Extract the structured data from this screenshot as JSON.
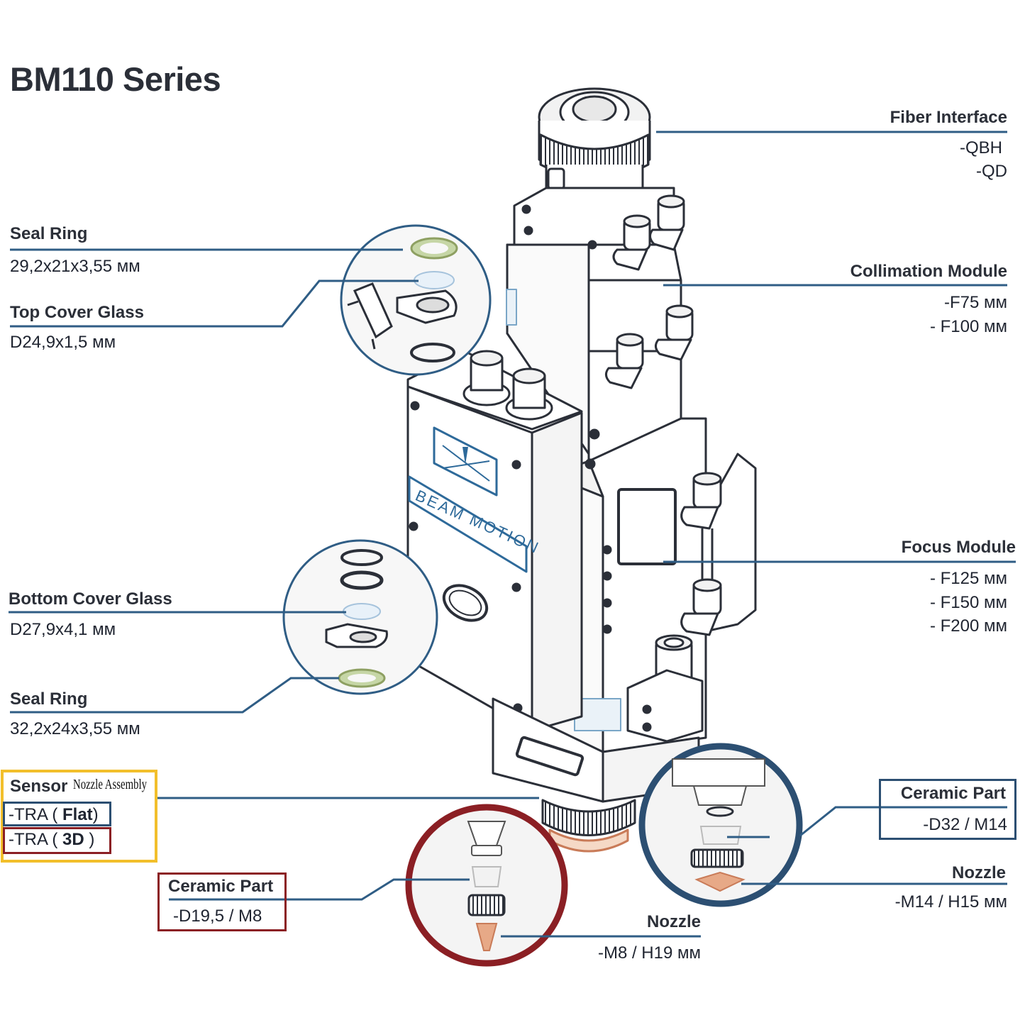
{
  "title": "BM110 Series",
  "brand": "BEAM MOTION",
  "fiber": {
    "label": "Fiber Interface",
    "opt1": "-QBH",
    "opt2": "-QD"
  },
  "collimation": {
    "label": "Collimation Module",
    "opt1": "-F75 мм",
    "opt2": "- F100 мм"
  },
  "focus": {
    "label": "Focus Module",
    "opt1": "- F125 мм",
    "opt2": "- F150 мм",
    "opt3": "- F200 мм"
  },
  "seal_top": {
    "label": "Seal Ring",
    "value": "29,2x21x3,55 мм"
  },
  "top_cover": {
    "label": "Top Cover Glass",
    "value": "D24,9x1,5 мм"
  },
  "bottom_cover": {
    "label": "Bottom Cover Glass",
    "value": "D27,9x4,1 мм"
  },
  "seal_bottom": {
    "label": "Seal Ring",
    "value": "32,2x24x3,55 мм"
  },
  "sensor": {
    "label": "Sensor",
    "assembly": "Nozzle Assembly",
    "flat_prefix": "-TRA ( ",
    "flat": "Flat",
    "flat_suffix": ")",
    "d3_prefix": "-TRA ( ",
    "d3": "3D",
    "d3_suffix": " )"
  },
  "ceramic_left": {
    "label": "Ceramic Part",
    "value": "-D19,5 / M8"
  },
  "nozzle_left": {
    "label": "Nozzle",
    "value": "-M8 / H19 мм"
  },
  "ceramic_right": {
    "label": "Ceramic Part",
    "value": "-D32 / M14"
  },
  "nozzle_right": {
    "label": "Nozzle",
    "value": "-M14 / H15 мм"
  },
  "colors": {
    "leader_blue": "#2f5d85",
    "circle_red": "#8b1f24",
    "circle_navy": "#2c4f72",
    "box_yellow": "#f2bf2b",
    "seal_green": "#b8cf92",
    "nozzle_copper": "#d79a72"
  }
}
